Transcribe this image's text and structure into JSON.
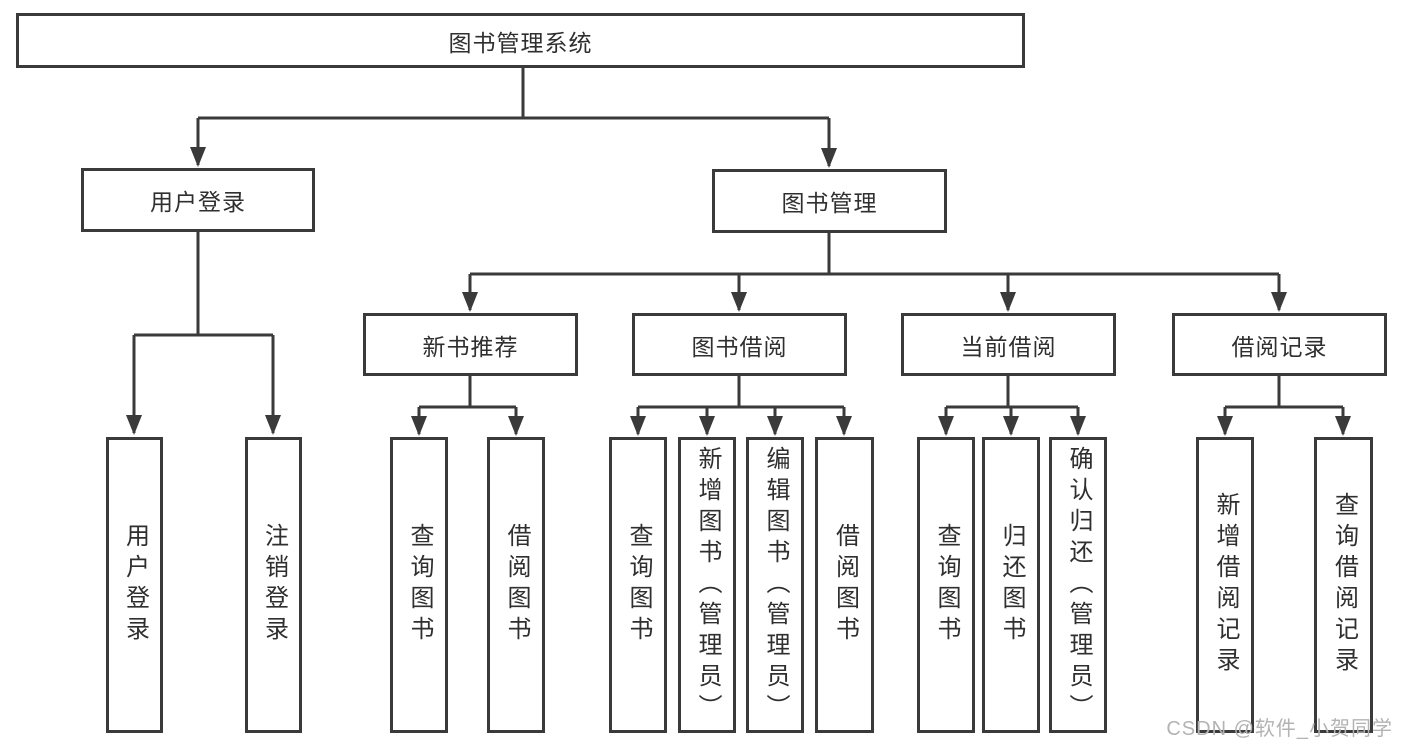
{
  "diagram": {
    "root": {
      "label": "图书管理系统"
    },
    "level2": [
      {
        "label": "用户登录"
      },
      {
        "label": "图书管理"
      }
    ],
    "level3": [
      {
        "label": "新书推荐",
        "parent": "图书管理"
      },
      {
        "label": "图书借阅",
        "parent": "图书管理"
      },
      {
        "label": "当前借阅",
        "parent": "图书管理"
      },
      {
        "label": "借阅记录",
        "parent": "图书管理"
      }
    ],
    "leaves": [
      {
        "label": "用户登录",
        "parent": "用户登录"
      },
      {
        "label": "注销登录",
        "parent": "用户登录"
      },
      {
        "label": "查询图书",
        "parent": "新书推荐"
      },
      {
        "label": "借阅图书",
        "parent": "新书推荐"
      },
      {
        "label": "查询图书",
        "parent": "图书借阅"
      },
      {
        "label": "新增图书（管理员）",
        "parent": "图书借阅"
      },
      {
        "label": "编辑图书（管理员）",
        "parent": "图书借阅"
      },
      {
        "label": "借阅图书",
        "parent": "图书借阅"
      },
      {
        "label": "查询图书",
        "parent": "当前借阅"
      },
      {
        "label": "归还图书",
        "parent": "当前借阅"
      },
      {
        "label": "确认归还（管理员）",
        "parent": "当前借阅"
      },
      {
        "label": "新增借阅记录",
        "parent": "借阅记录"
      },
      {
        "label": "查询借阅记录",
        "parent": "借阅记录"
      }
    ],
    "colors": {
      "line": "#3a3a3a",
      "text": "#2f2f2f",
      "background": "#ffffff",
      "watermark": "#b3b3b3"
    }
  },
  "watermark": {
    "text": "CSDN @软件_小贺同学"
  }
}
